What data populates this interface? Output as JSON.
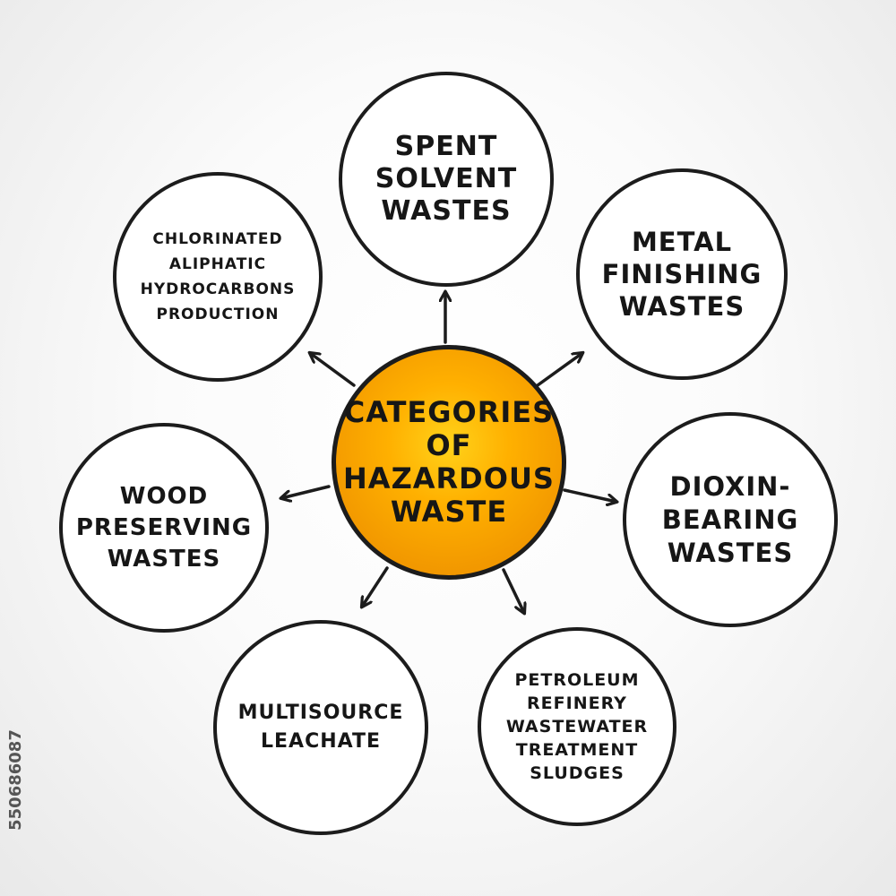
{
  "center": {
    "label": "Categories\nof\nHazardous\nWaste",
    "color": "#f7a400"
  },
  "categories": [
    {
      "id": "spent-solvent-wastes",
      "label": "Spent\nSolvent\nWastes"
    },
    {
      "id": "metal-finishing-wastes",
      "label": "Metal\nFinishing\nWastes"
    },
    {
      "id": "dioxin-bearing-wastes",
      "label": "Dioxin-\nBearing\nWastes"
    },
    {
      "id": "petroleum-refinery-wastewater-treatment-sludges",
      "label": "Petroleum\nRefinery\nWastewater\nTreatment\nSludges"
    },
    {
      "id": "multisource-leachate",
      "label": "Multisource\nLeachate"
    },
    {
      "id": "wood-preserving-wastes",
      "label": "Wood\nPreserving\nWastes"
    },
    {
      "id": "chlorinated-aliphatic-hydrocarbons-production",
      "label": "Chlorinated\nAliphatic\nHydrocarbons\nProduction"
    }
  ],
  "watermark": {
    "id_text": "550686087"
  },
  "colors": {
    "outline": "#1c1c1c",
    "node_fill": "#ffffff",
    "center_fill": "#f7a400"
  }
}
